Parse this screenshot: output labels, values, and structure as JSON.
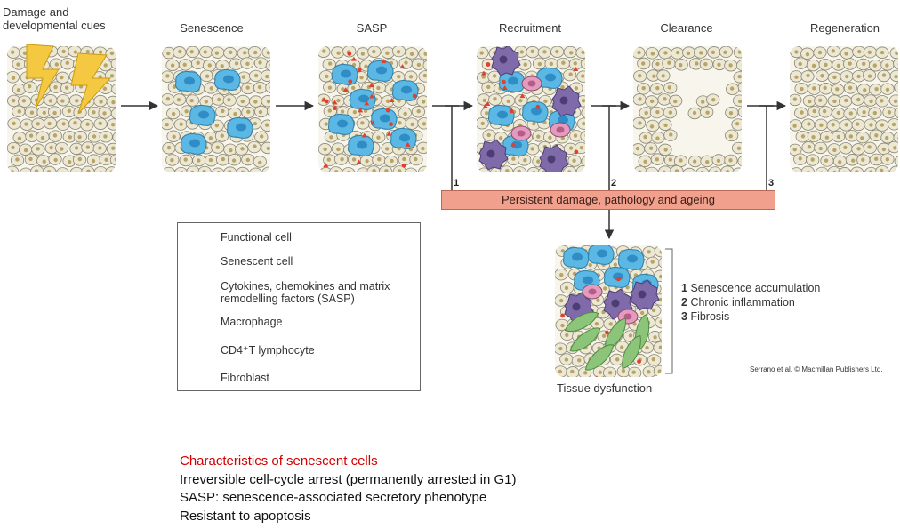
{
  "stages": [
    {
      "label": "Damage and developmental cues"
    },
    {
      "label": "Senescence"
    },
    {
      "label": "SASP"
    },
    {
      "label": "Recruitment"
    },
    {
      "label": "Clearance"
    },
    {
      "label": "Regeneration"
    }
  ],
  "banner": "Persistent damage, pathology and ageing",
  "pathway_numbers": [
    "1",
    "2",
    "3"
  ],
  "legend": [
    {
      "label": "Functional cell",
      "icon": "functional-cell-icon"
    },
    {
      "label": "Senescent cell",
      "icon": "senescent-cell-icon"
    },
    {
      "label": "Cytokines, chemokines and matrix remodelling factors (SASP)",
      "icon": "sasp-factors-icon"
    },
    {
      "label": "Macrophage",
      "icon": "macrophage-icon"
    },
    {
      "label": "CD4⁺T lymphocyte",
      "icon": "lymphocyte-icon"
    },
    {
      "label": "Fibroblast",
      "icon": "fibroblast-icon"
    }
  ],
  "outcomes": [
    {
      "num": "1",
      "text": "Senescence accumulation"
    },
    {
      "num": "2",
      "text": "Chronic inflammation"
    },
    {
      "num": "3",
      "text": "Fibrosis"
    }
  ],
  "tissue_label": "Tissue dysfunction",
  "credit": "Serrano et al. © Macmillan Publishers Ltd.",
  "notes": {
    "title": "Characteristics of senescent cells",
    "lines": [
      "Irreversible cell-cycle arrest (permanently arrested in G1)",
      "SASP: senescence-associated secretory phenotype",
      "Resistant to apoptosis"
    ]
  },
  "colors": {
    "functional_cell": "#ece8d4",
    "senescent_cell": "#5bb7e3",
    "sasp_factor": "#e0412c",
    "macrophage": "#7f6aaa",
    "lymphocyte": "#e59bbd",
    "fibroblast": "#8cc47a",
    "banner": "#f0a08c"
  }
}
